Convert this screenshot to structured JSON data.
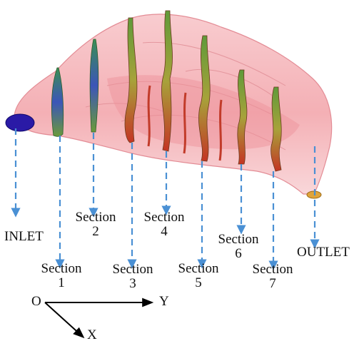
{
  "labels": {
    "inlet": "INLET",
    "outlet": "OUTLET"
  },
  "sections": [
    {
      "word": "Section",
      "number": "1"
    },
    {
      "word": "Section",
      "number": "2"
    },
    {
      "word": "Section",
      "number": "3"
    },
    {
      "word": "Section",
      "number": "4"
    },
    {
      "word": "Section",
      "number": "5"
    },
    {
      "word": "Section",
      "number": "6"
    },
    {
      "word": "Section",
      "number": "7"
    }
  ],
  "axes": {
    "origin": "O",
    "y": "Y",
    "x": "X"
  },
  "colors": {
    "shell_fill": "#f6b6bc",
    "shell_edge": "#e38c95",
    "arrow": "#4a90d4",
    "inlet_fill": "#2a1aa6",
    "outlet_fill": "#e0a43a",
    "axis": "#000000"
  }
}
